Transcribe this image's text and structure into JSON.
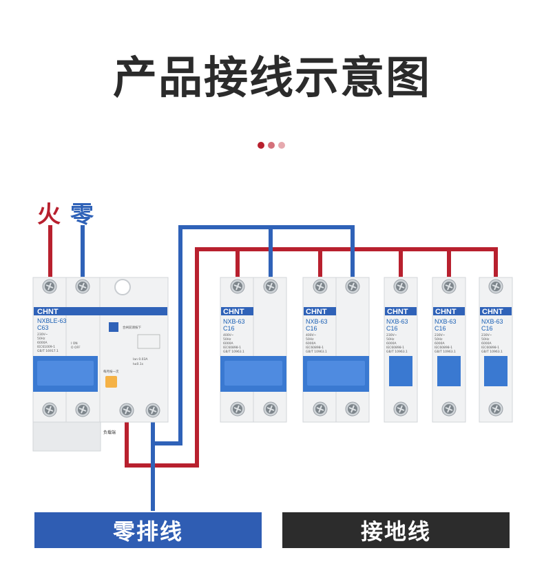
{
  "title": "产品接线示意图",
  "colors": {
    "live": "#b8202e",
    "neutral": "#2f62b8",
    "dot1": "#b8202e",
    "dot2": "#d4707a",
    "dot3": "#e6a9ae",
    "bar_neutral": "#2f5db3",
    "bar_ground": "#2c2c2c",
    "lever": "#3a79d1",
    "test_button": "#f5b246"
  },
  "labels": {
    "live": "火",
    "neutral": "零"
  },
  "main_breaker": {
    "brand": "CHNT",
    "model": "NXBLE-63",
    "rating": "C63",
    "spec_lines": [
      "230V~",
      "50Hz",
      "6000A",
      "IEC61009-1",
      "GB/T 16917.1"
    ],
    "onoff": [
      "I ON",
      "O OFF"
    ],
    "notice": "合闸前请按下",
    "monthly": "每月按一次",
    "rcd_lines": [
      "Ian 0.03A",
      "t≤0.1s"
    ],
    "load_side": "负载端"
  },
  "breakers": [
    {
      "brand": "CHNT",
      "model": "NXB-63",
      "rating": "C16",
      "spec_lines": [
        "400V~",
        "50Hz",
        "6000A"
      ],
      "std_lines": [
        "IEC60898-1",
        "GB/T 10963.1"
      ],
      "poles": 2
    },
    {
      "brand": "CHNT",
      "model": "NXB-63",
      "rating": "C16",
      "spec_lines": [
        "400V~",
        "50Hz",
        "6000A"
      ],
      "std_lines": [
        "IEC60898-1",
        "GB/T 10963.1"
      ],
      "poles": 2
    },
    {
      "brand": "CHNT",
      "model": "NXB-63",
      "rating": "C16",
      "spec_lines": [
        "230V~",
        "50Hz",
        "6000A"
      ],
      "std_lines": [
        "IEC60898-1",
        "GB/T 10963.1"
      ],
      "poles": 1
    },
    {
      "brand": "CHNT",
      "model": "NXB-63",
      "rating": "C16",
      "spec_lines": [
        "230V~",
        "50Hz",
        "6000A"
      ],
      "std_lines": [
        "IEC60898-1",
        "GB/T 10963.1"
      ],
      "poles": 1
    },
    {
      "brand": "CHNT",
      "model": "NXB-63",
      "rating": "C16",
      "spec_lines": [
        "230V~",
        "50Hz",
        "6000A"
      ],
      "std_lines": [
        "IEC60898-1",
        "GB/T 10963.1"
      ],
      "poles": 1
    }
  ],
  "bars": {
    "neutral": "零排线",
    "ground": "接地线"
  }
}
